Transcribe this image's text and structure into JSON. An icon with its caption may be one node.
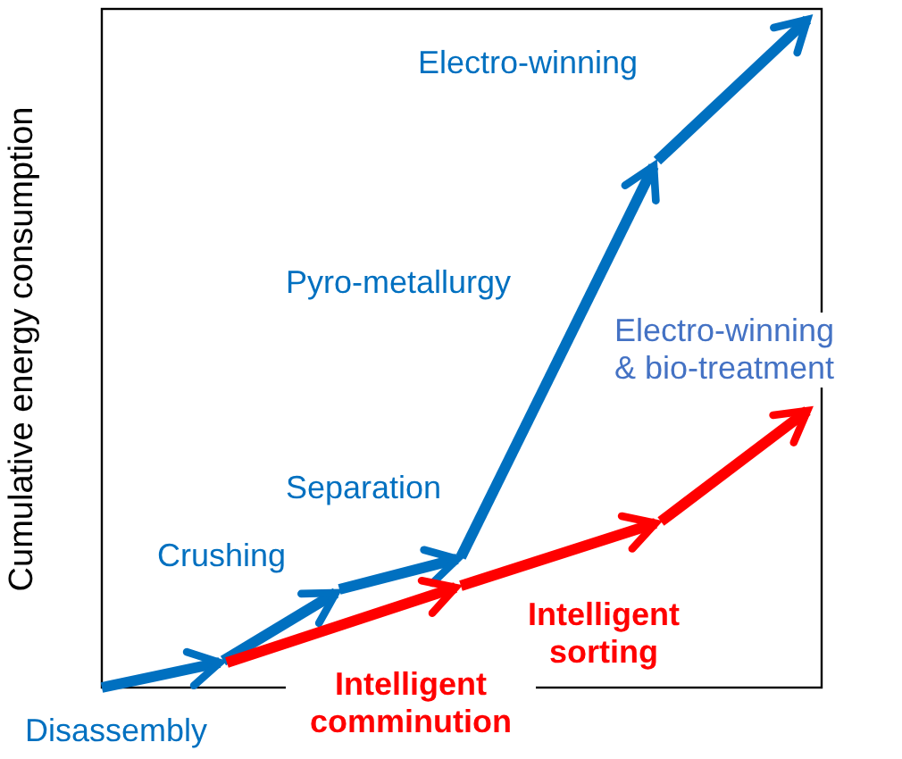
{
  "diagram": {
    "labels": [
      "Cumulative energy consumption",
      "Electro-winning",
      "Pyro-metallurgy",
      "Electro-winning & bio-treatment",
      "Separation",
      "Crushing",
      "Intelligent sorting",
      "Intelligent comminution",
      "Disassembly"
    ]
  }
}
